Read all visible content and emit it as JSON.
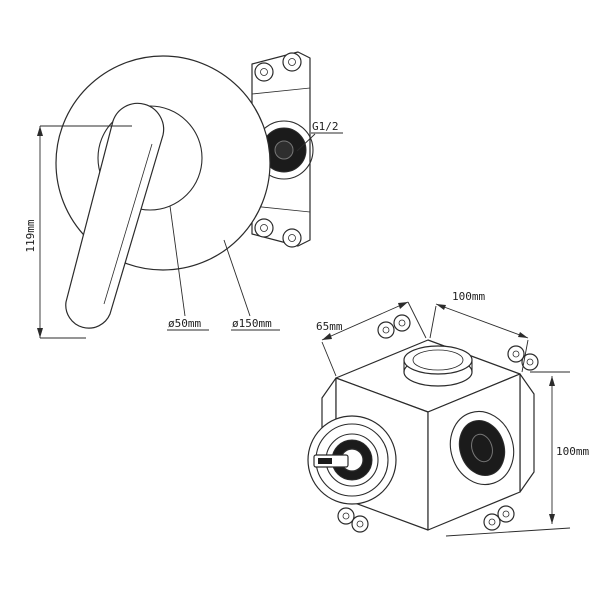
{
  "drawing": {
    "type": "shower-mixer-valve-technical-drawing",
    "colors": {
      "line": "#2b2b2b",
      "dark_fill": "#1b1b1b",
      "background": "#ffffff"
    },
    "front_view": {
      "height_dim": "119mm",
      "handle_dia_dim": "ø50mm",
      "plate_dia_dim": "ø150mm",
      "thread_label": "G1/2"
    },
    "iso_view": {
      "width_dim": "100mm",
      "depth_dim": "65mm",
      "height_dim": "100mm"
    }
  }
}
